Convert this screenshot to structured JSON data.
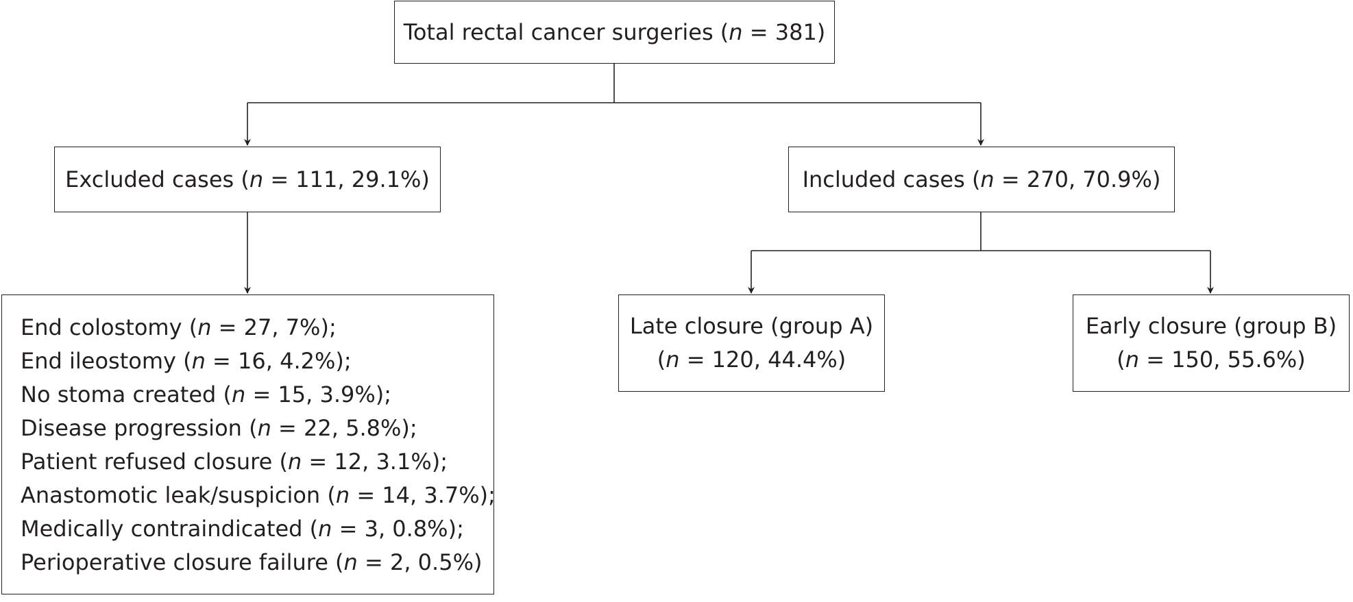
{
  "diagram": {
    "total": {
      "label": "Total rectal cancer surgeries (",
      "var": "n",
      "rest": " = 381)"
    },
    "excluded": {
      "label": "Excluded cases (",
      "var": "n",
      "rest": " = 111, 29.1%)"
    },
    "included": {
      "label": "Included cases (",
      "var": "n",
      "rest": " = 270, 70.9%)"
    },
    "late_closure": {
      "line1": "Late closure (group A)",
      "line2_pre": "(",
      "var": "n",
      "line2_rest": " = 120, 44.4%)"
    },
    "early_closure": {
      "line1": "Early closure (group B)",
      "line2_pre": "(",
      "var": "n",
      "line2_rest": " = 150, 55.6%)"
    },
    "exclusion_reasons": [
      {
        "label": "End colostomy (",
        "var": "n",
        "rest": " = 27, 7%);"
      },
      {
        "label": "End ileostomy (",
        "var": "n",
        "rest": " = 16, 4.2%);"
      },
      {
        "label": "No stoma created (",
        "var": "n",
        "rest": " = 15, 3.9%);"
      },
      {
        "label": "Disease progression (",
        "var": "n",
        "rest": " = 22, 5.8%);"
      },
      {
        "label": "Patient refused closure (",
        "var": "n",
        "rest": " = 12, 3.1%);"
      },
      {
        "label": "Anastomotic leak/suspicion (",
        "var": "n",
        "rest": " = 14, 3.7%);"
      },
      {
        "label": "Medically contraindicated (",
        "var": "n",
        "rest": " = 3, 0.8%);"
      },
      {
        "label": "Perioperative closure failure (",
        "var": "n",
        "rest": " = 2, 0.5%)"
      }
    ]
  },
  "colors": {
    "line": "#231f20",
    "text": "#231f20",
    "background": "#ffffff"
  }
}
